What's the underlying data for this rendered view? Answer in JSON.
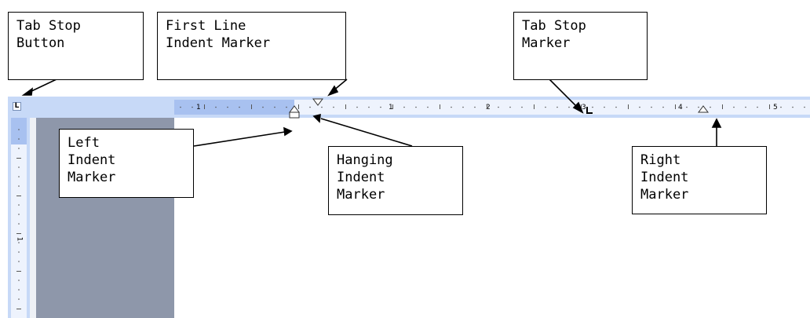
{
  "callouts": {
    "tab_stop_button": "Tab Stop\nButton",
    "first_line_indent": "First Line\nIndent Marker",
    "tab_stop_marker": "Tab Stop\nMarker",
    "left_indent": "Left\nIndent\nMarker",
    "hanging_indent": "Hanging\nIndent\nMarker",
    "right_indent": "Right\nIndent\nMarker"
  },
  "ruler": {
    "tab_button_glyph": "L",
    "horizontal_numbers": [
      "1",
      "1",
      "2",
      "3",
      "4",
      "5"
    ],
    "vertical_numbers": [
      "1"
    ]
  },
  "icons": {
    "first_line_indent": "down-triangle-icon",
    "hanging_indent": "up-triangle-icon",
    "left_indent": "square-icon",
    "right_indent": "up-triangle-icon",
    "tab_stop": "left-tab-icon"
  },
  "colors": {
    "ruler_bg": "#c7d9f7",
    "ruler_margin": "#a8c1f0",
    "ruler_active": "#eef3fd",
    "doc_dark": "#8e97aa"
  }
}
